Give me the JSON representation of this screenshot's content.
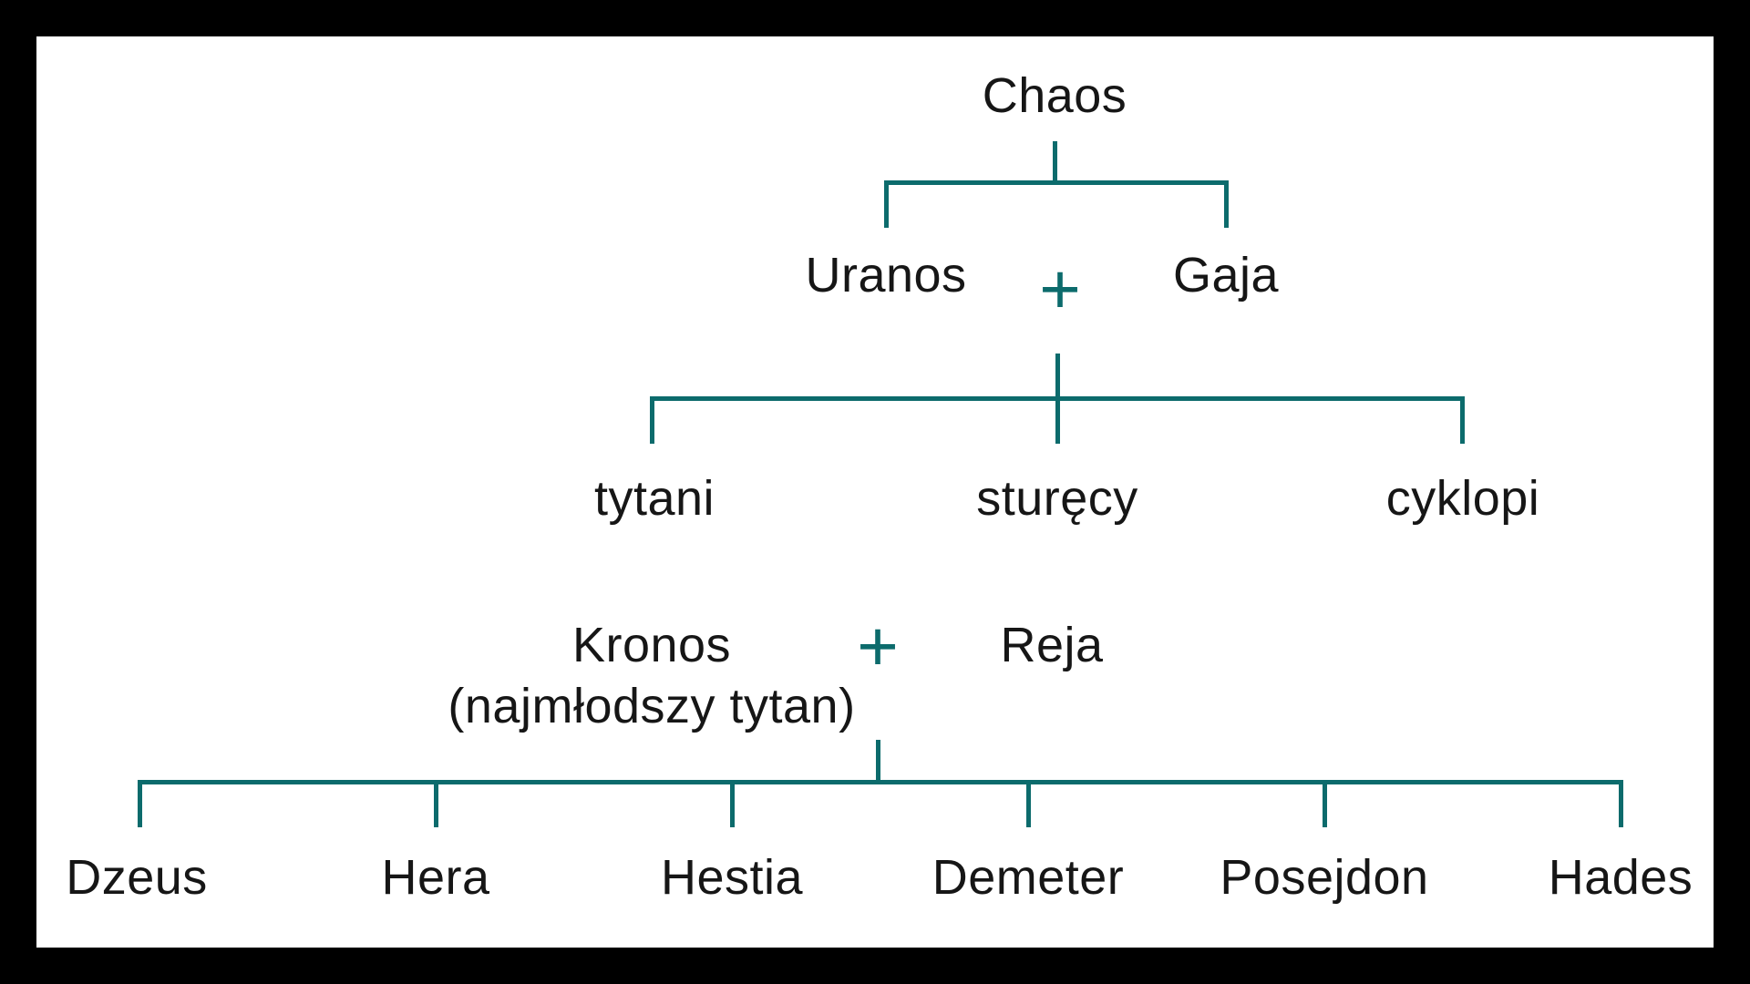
{
  "diagram": {
    "tree": {
      "root": "Chaos",
      "couple1": {
        "left": "Uranos",
        "union_symbol": "+",
        "right": "Gaja"
      },
      "generation2": [
        "tytani",
        "sturęcy",
        "cyklopi"
      ],
      "couple2": {
        "left_line1": "Kronos",
        "left_line2": "(najmłodszy tytan)",
        "union_symbol": "+",
        "right": "Reja"
      },
      "children": [
        "Dzeus",
        "Hera",
        "Hestia",
        "Demeter",
        "Posejdon",
        "Hades"
      ]
    },
    "colors": {
      "line": "#0c6b6c",
      "text": "#161616",
      "background": "#ffffff",
      "frame": "#000000"
    }
  }
}
